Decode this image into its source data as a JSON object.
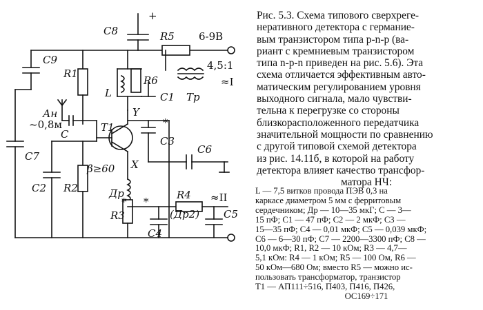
{
  "figure": {
    "caption_lines": [
      "Рис. 5.3. Схема типового сверхреге-",
      "неративного детектора с германие-",
      "вым транзистором типа p-n-p (ва-",
      "риант с кремниевым транзистором",
      "типа n-p-n приведен на рис. 5.6). Эта",
      "схема отличается эффективным авто-",
      "матическим регулированием уровня",
      "выходного сигнала, мало чувстви-",
      "тельна к перегрузке со стороны",
      "близкорасположенного передатчика",
      "значительной мощности по сравнению",
      "с другой типовой схемой детектора",
      "из рис. 14.11б, в которой на работу",
      "детектора влияет качество трансфор-"
    ],
    "caption_last": "матора НЧ:",
    "parts_lines": [
      "L — 7,5 витков провода ПЭВ 0,3 на",
      "каркасе диаметром 5 мм с ферритовым",
      "сердечником; Др — 10—35 мкГ; С — 3—",
      "15 пФ; С1 — 47 пФ; С2 — 2 мкФ; С3 —",
      "15—35 пФ; С4 — 0,01 мкФ; С5 — 0,039 мкФ;",
      "С6 — 6—30 пФ; С7 — 2200—3300 пФ; С8 —",
      "10,0 мкФ; R1, R2 — 10 кОм; R3 — 4,7—",
      "5,1 кОм: R4 — 1 кОм; R5 — 100 Ом, R6 —",
      "50 кОм—680 Ом; вместо R5 — можно ис-",
      "пользовать трансформатор, транзистор",
      "Т1 — АП111÷516, П403, П416, П426,"
    ],
    "parts_last": "ОС169÷171"
  },
  "schematic_labels": {
    "c8": "C8",
    "r5": "R5",
    "supply": "6-9В",
    "plus": "+",
    "c9": "C9",
    "r1": "R1",
    "r6": "R6",
    "l": "L",
    "c1": "C1",
    "tp": "Tp",
    "ratio": "4,5:1",
    "out1": "≈I",
    "antenna": "Ан",
    "ant_len": "~0,8м",
    "c": "C",
    "y": "Y",
    "t1": "T1",
    "c7": "C7",
    "c3": "C3",
    "star": "*",
    "beta": "β≥60",
    "x": "X",
    "c6": "C6",
    "c2": "C2",
    "r2": "R2",
    "dr": "Др",
    "r4": "R4",
    "out2": "≈II",
    "dr2": "(Др2)",
    "c4": "C4",
    "c5": "C5",
    "r3": "R3"
  }
}
